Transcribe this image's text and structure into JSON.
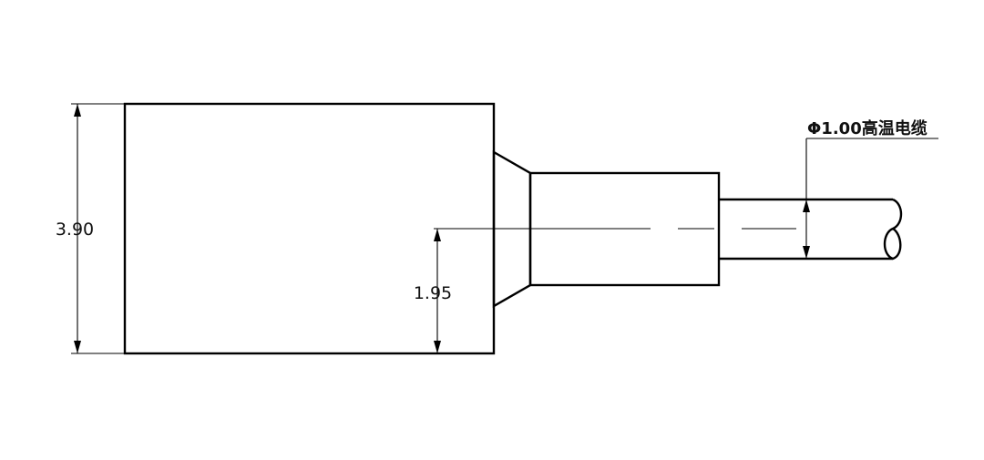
{
  "dimensions": {
    "overall_height": "3.90",
    "center_height": "1.95"
  },
  "callout": {
    "cable_label": "Φ1.00高温电缆"
  }
}
